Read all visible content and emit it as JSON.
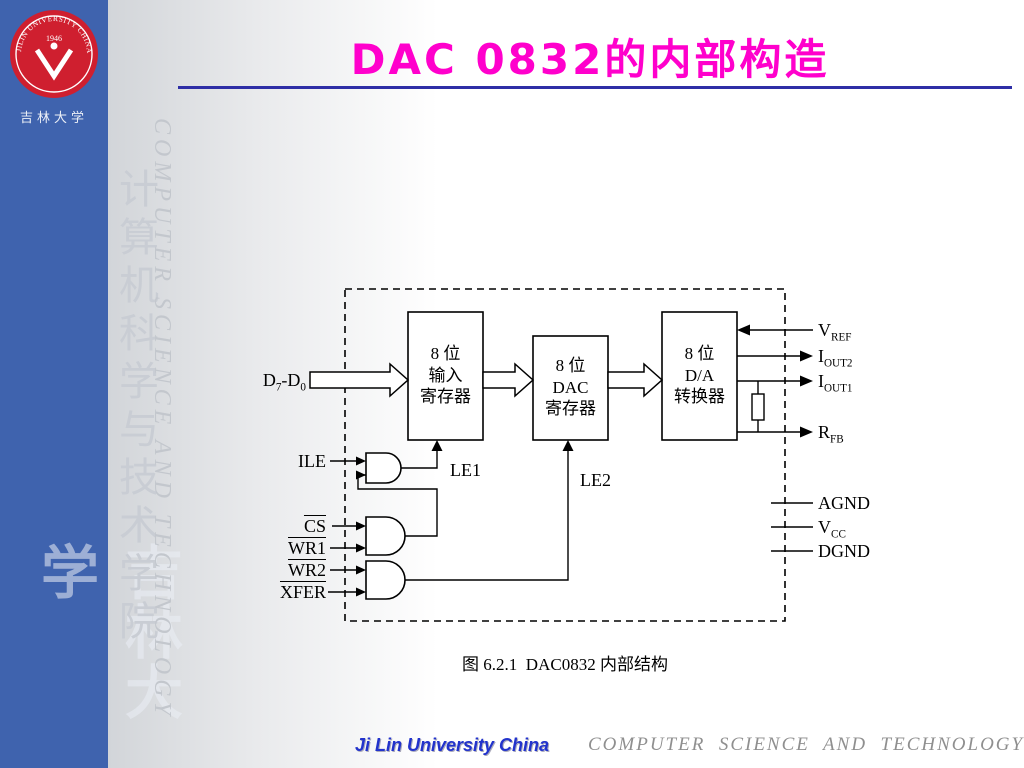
{
  "title": "DAC 0832的内部构造",
  "caption": "图 6.2.1  DAC0832 内部结构",
  "footer": {
    "left": "Ji Lin University China",
    "right": "COMPUTER  SCIENCE  AND  TECHNOLOGY"
  },
  "sidebar": {
    "logo_ring_text": "JILIN UNIVERSITY CHINA",
    "logo_year": "1946",
    "logo_caption": "吉林大学",
    "watermark_cn_large": "吉林大学",
    "watermark_cn_small": "计算机科学与技术学院",
    "watermark_en": "COMPUTER SCIENCE AND TECHNOLOGY"
  },
  "diagram": {
    "blocks": {
      "input_register": {
        "l1": "8 位",
        "l2": "输入",
        "l3": "寄存器"
      },
      "dac_register": {
        "l1": "8 位",
        "l2": "DAC",
        "l3": "寄存器"
      },
      "da_converter": {
        "l1": "8 位",
        "l2": "D/A",
        "l3": "转换器"
      }
    },
    "data_input": {
      "p1": "D",
      "s1": "7",
      "p2": "-D",
      "s2": "0"
    },
    "controls": {
      "ile": "ILE",
      "cs": "CS",
      "wr1": "WR1",
      "wr2": "WR2",
      "xfer": "XFER",
      "le1": "LE1",
      "le2": "LE2"
    },
    "pins": {
      "vref": {
        "p": "V",
        "s": "REF"
      },
      "iout2": {
        "p": "I",
        "s": "OUT2"
      },
      "iout1": {
        "p": "I",
        "s": "OUT1"
      },
      "rfb": {
        "p": "R",
        "s": "FB"
      },
      "agnd": "AGND",
      "vcc": {
        "p": "V",
        "s": "CC"
      },
      "dgnd": "DGND"
    }
  },
  "colors": {
    "c-title": "#ff00cc",
    "c-rule": "#2e2ea6",
    "c-bar": "#3f63ae",
    "c-footer-left": "#2233cc",
    "c-footer-right": "#8f8f8f",
    "c-logo-red": "#cf1f2f"
  }
}
